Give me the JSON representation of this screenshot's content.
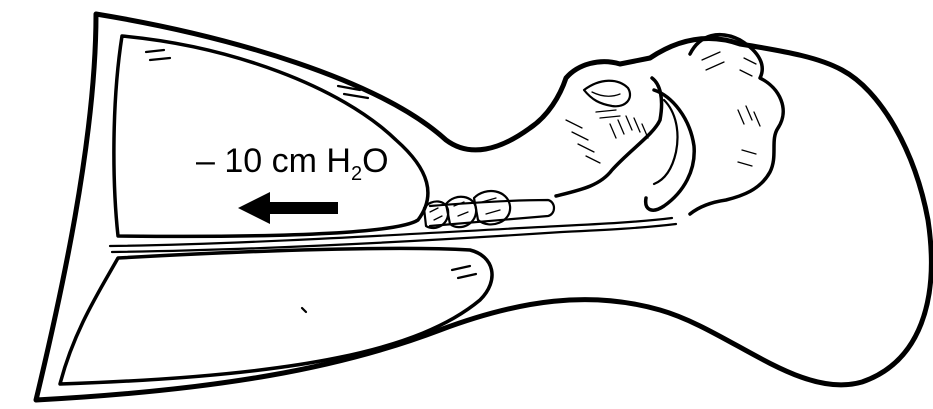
{
  "diagram": {
    "pressure_label": {
      "prefix": "– 10 cm H",
      "subscript": "2",
      "suffix": "O"
    },
    "arrow_direction": "left",
    "colors": {
      "ink": "#000000",
      "background": "#ffffff"
    }
  }
}
